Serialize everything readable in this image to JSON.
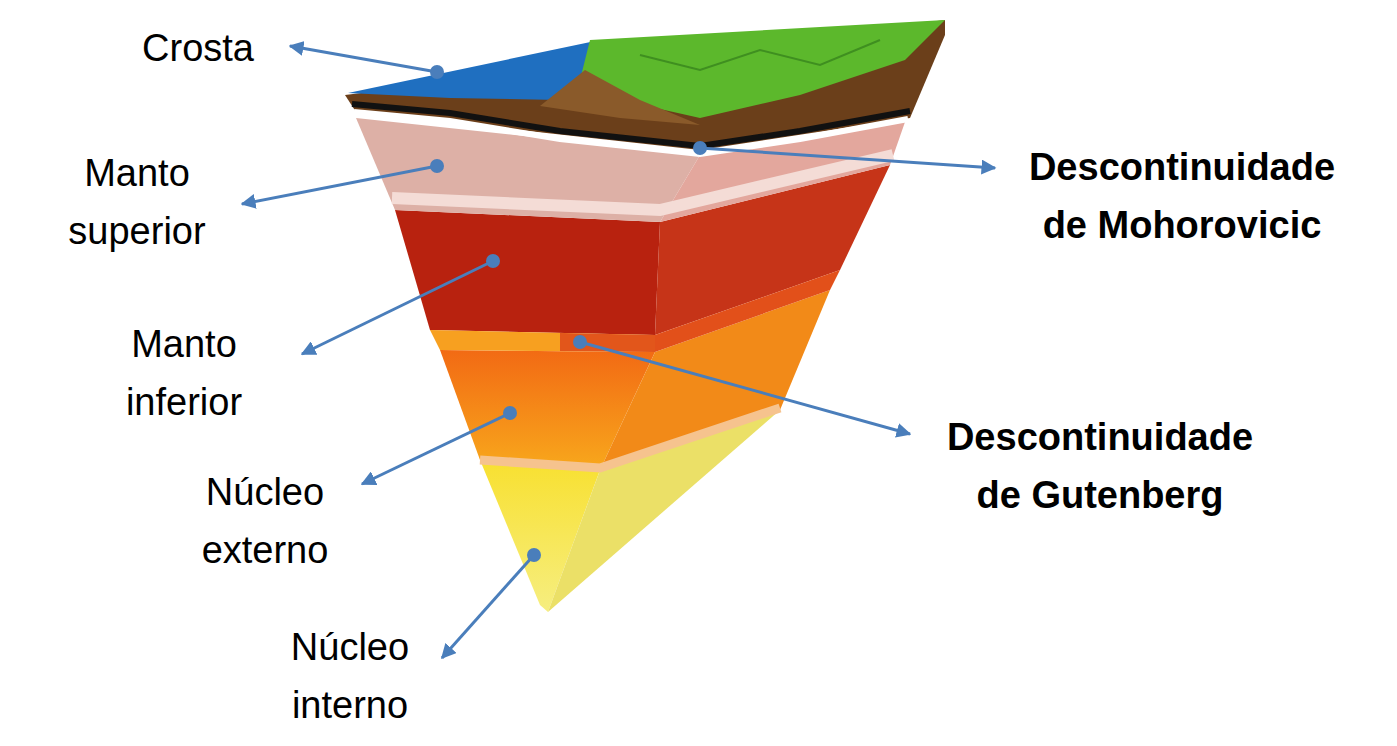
{
  "diagram": {
    "labels": [
      "Crosta",
      "Manto superior",
      "Manto inferior",
      "Núcleo externo",
      "Núcleo interno",
      "Descontinuidade de Mohorovicic",
      "Descontinuidade de Gutenberg"
    ]
  }
}
